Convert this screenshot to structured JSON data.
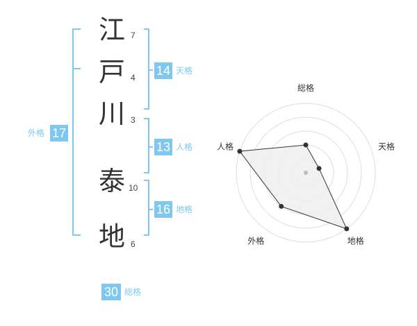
{
  "name": {
    "characters": [
      {
        "char": "江",
        "strokes": "7"
      },
      {
        "char": "戸",
        "strokes": "4"
      },
      {
        "char": "川",
        "strokes": "3"
      },
      {
        "char": "泰",
        "strokes": "10"
      },
      {
        "char": "地",
        "strokes": "6"
      }
    ]
  },
  "fortunes": {
    "tenkaku": {
      "value": "14",
      "label": "天格"
    },
    "jinkaku": {
      "value": "13",
      "label": "人格"
    },
    "chikaku": {
      "value": "16",
      "label": "地格"
    },
    "gaikaku": {
      "value": "17",
      "label": "外格"
    },
    "soukaku": {
      "value": "30",
      "label": "総格"
    }
  },
  "colors": {
    "accent": "#7ec8f0",
    "label": "#7ec8f0",
    "grid": "#dddddd",
    "polygon_fill": "#efefef",
    "polygon_stroke": "#333333"
  },
  "chart_data": {
    "type": "radar",
    "axes": [
      "総格",
      "天格",
      "地格",
      "外格",
      "人格"
    ],
    "values": [
      2,
      1,
      5,
      3,
      5
    ],
    "rmax": 5,
    "rings": 5
  }
}
